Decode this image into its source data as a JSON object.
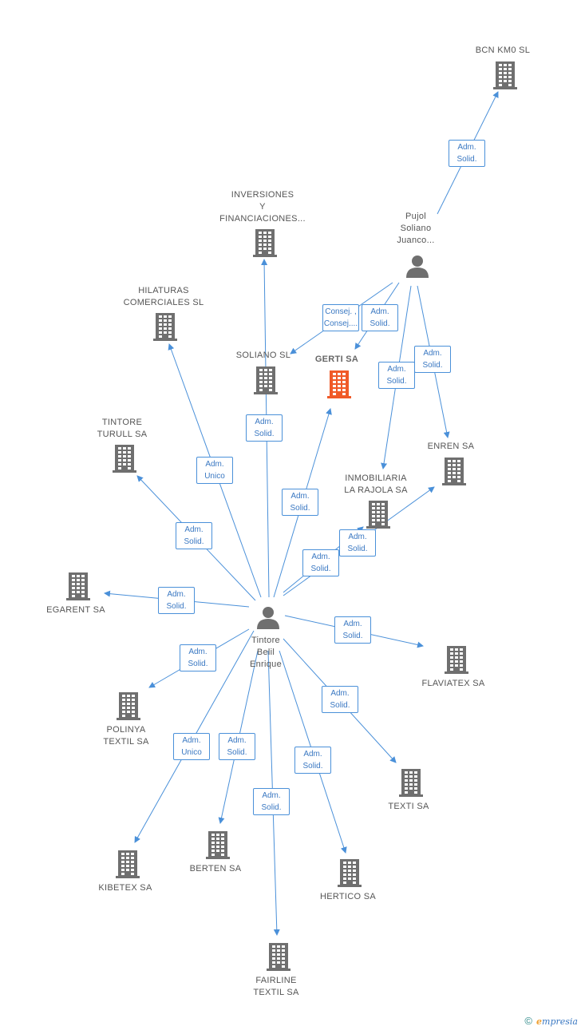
{
  "nodes": [
    {
      "id": "bcn",
      "type": "company",
      "lines": [
        "BCN KM0  SL"
      ]
    },
    {
      "id": "inversiones",
      "type": "company",
      "lines": [
        "INVERSIONES",
        "Y",
        "FINANCIACIONES..."
      ]
    },
    {
      "id": "pujol",
      "type": "person",
      "lines": [
        "Pujol",
        "Soliano",
        "Juanco..."
      ]
    },
    {
      "id": "hilaturas",
      "type": "company",
      "lines": [
        "HILATURAS",
        "COMERCIALES SL"
      ]
    },
    {
      "id": "soliano",
      "type": "company",
      "lines": [
        "SOLIANO SL"
      ]
    },
    {
      "id": "gerti",
      "type": "company-focus",
      "lines": [
        "GERTI SA"
      ]
    },
    {
      "id": "tintore_turull",
      "type": "company",
      "lines": [
        "TINTORE",
        "TURULL SA"
      ]
    },
    {
      "id": "enren",
      "type": "company",
      "lines": [
        "ENREN SA"
      ]
    },
    {
      "id": "inmobiliaria",
      "type": "company",
      "lines": [
        "INMOBILIARIA",
        "LA RAJOLA SA"
      ]
    },
    {
      "id": "egarent",
      "type": "company",
      "lines": [
        "EGARENT SA"
      ]
    },
    {
      "id": "tintore_belil",
      "type": "person",
      "lines": [
        "Tintore",
        "Belil",
        "Enrique"
      ]
    },
    {
      "id": "flaviatex",
      "type": "company",
      "lines": [
        "FLAVIATEX SA"
      ]
    },
    {
      "id": "polinya",
      "type": "company",
      "lines": [
        "POLINYA",
        "TEXTIL SA"
      ]
    },
    {
      "id": "texti",
      "type": "company",
      "lines": [
        "TEXTI SA"
      ]
    },
    {
      "id": "kibetex",
      "type": "company",
      "lines": [
        "KIBETEX SA"
      ]
    },
    {
      "id": "berten",
      "type": "company",
      "lines": [
        "BERTEN SA"
      ]
    },
    {
      "id": "hertico",
      "type": "company",
      "lines": [
        "HERTICO SA"
      ]
    },
    {
      "id": "fairline",
      "type": "company",
      "lines": [
        "FAIRLINE",
        "TEXTIL SA"
      ]
    }
  ],
  "edges": [
    {
      "from": "pujol",
      "to": "bcn",
      "label": [
        "Adm.",
        "Solid."
      ]
    },
    {
      "from": "pujol",
      "to": "soliano",
      "label": [
        "Consej. ,",
        "Consej...."
      ]
    },
    {
      "from": "pujol",
      "to": "gerti",
      "label": [
        "Adm.",
        "Solid."
      ]
    },
    {
      "from": "pujol",
      "to": "inmobiliaria",
      "label": [
        "Adm.",
        "Solid."
      ]
    },
    {
      "from": "pujol",
      "to": "enren",
      "label": [
        "Adm.",
        "Solid."
      ]
    },
    {
      "from": "tintore_belil",
      "to": "inversiones",
      "label": [
        "Adm.",
        "Solid."
      ]
    },
    {
      "from": "tintore_belil",
      "to": "hilaturas",
      "label": [
        "Adm.",
        "Unico"
      ]
    },
    {
      "from": "tintore_belil",
      "to": "gerti",
      "label": [
        "Adm.",
        "Solid."
      ]
    },
    {
      "from": "tintore_belil",
      "to": "tintore_turull",
      "label": [
        "Adm.",
        "Solid."
      ]
    },
    {
      "from": "tintore_belil",
      "to": "enren",
      "label": [
        "Adm.",
        "Solid."
      ]
    },
    {
      "from": "tintore_belil",
      "to": "inmobiliaria",
      "label": [
        "Adm.",
        "Solid."
      ]
    },
    {
      "from": "tintore_belil",
      "to": "egarent",
      "label": [
        "Adm.",
        "Solid."
      ]
    },
    {
      "from": "tintore_belil",
      "to": "flaviatex",
      "label": [
        "Adm.",
        "Solid."
      ]
    },
    {
      "from": "tintore_belil",
      "to": "polinya",
      "label": [
        "Adm.",
        "Solid."
      ]
    },
    {
      "from": "tintore_belil",
      "to": "texti",
      "label": [
        "Adm.",
        "Solid."
      ]
    },
    {
      "from": "tintore_belil",
      "to": "kibetex",
      "label": [
        "Adm.",
        "Unico"
      ]
    },
    {
      "from": "tintore_belil",
      "to": "berten",
      "label": [
        "Adm.",
        "Solid."
      ]
    },
    {
      "from": "tintore_belil",
      "to": "hertico",
      "label": [
        "Adm.",
        "Solid."
      ]
    },
    {
      "from": "tintore_belil",
      "to": "fairline",
      "label": [
        "Adm.",
        "Solid."
      ]
    }
  ],
  "colors": {
    "edge": "#4a90d9",
    "company": "#6f6f6f",
    "focus": "#f05a28",
    "person": "#6f6f6f"
  },
  "footer": {
    "copyright": "©",
    "brand_e": "e",
    "brand_rest": "mpresia"
  }
}
